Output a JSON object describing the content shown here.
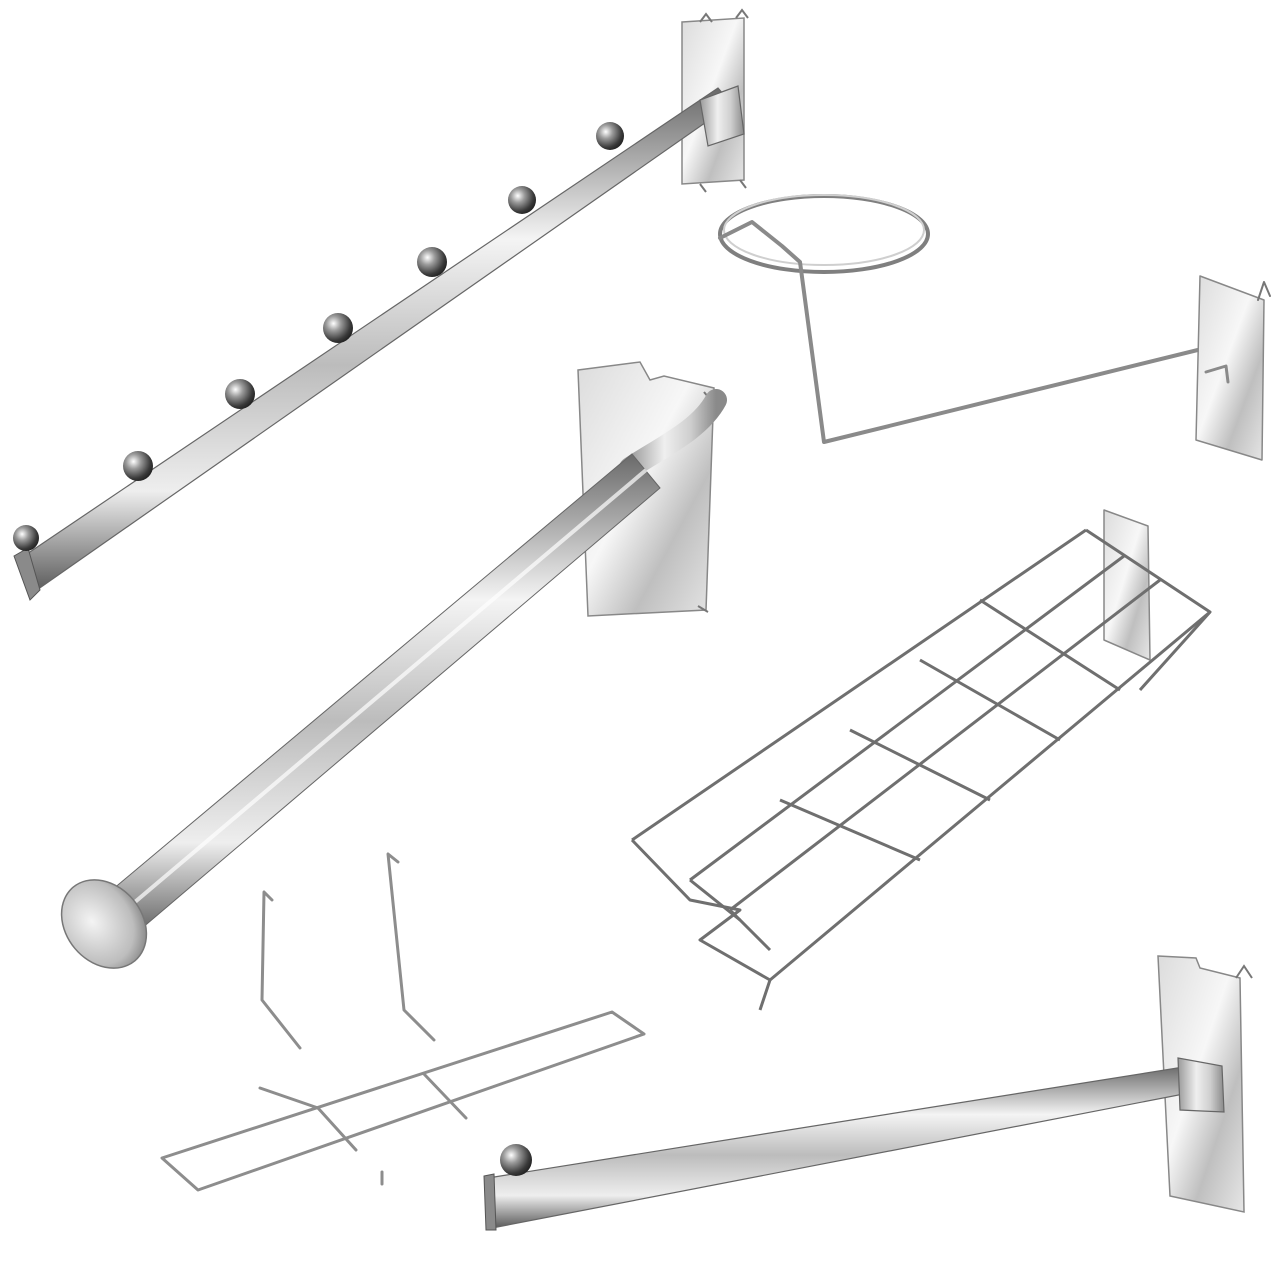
{
  "scene": {
    "background": "#ffffff",
    "description_items": [
      "waterfall-arm-with-balls",
      "helmet-ring-hook",
      "round-tube-faceout-bar",
      "wire-slanted-shelf-basket",
      "wire-rectangular-tray",
      "straight-square-bar-with-ball"
    ],
    "colors": {
      "chrome_light": "#f2f2f2",
      "chrome_mid": "#bdbdbd",
      "chrome_dark": "#555555",
      "wire": "#8a8a8a"
    }
  }
}
